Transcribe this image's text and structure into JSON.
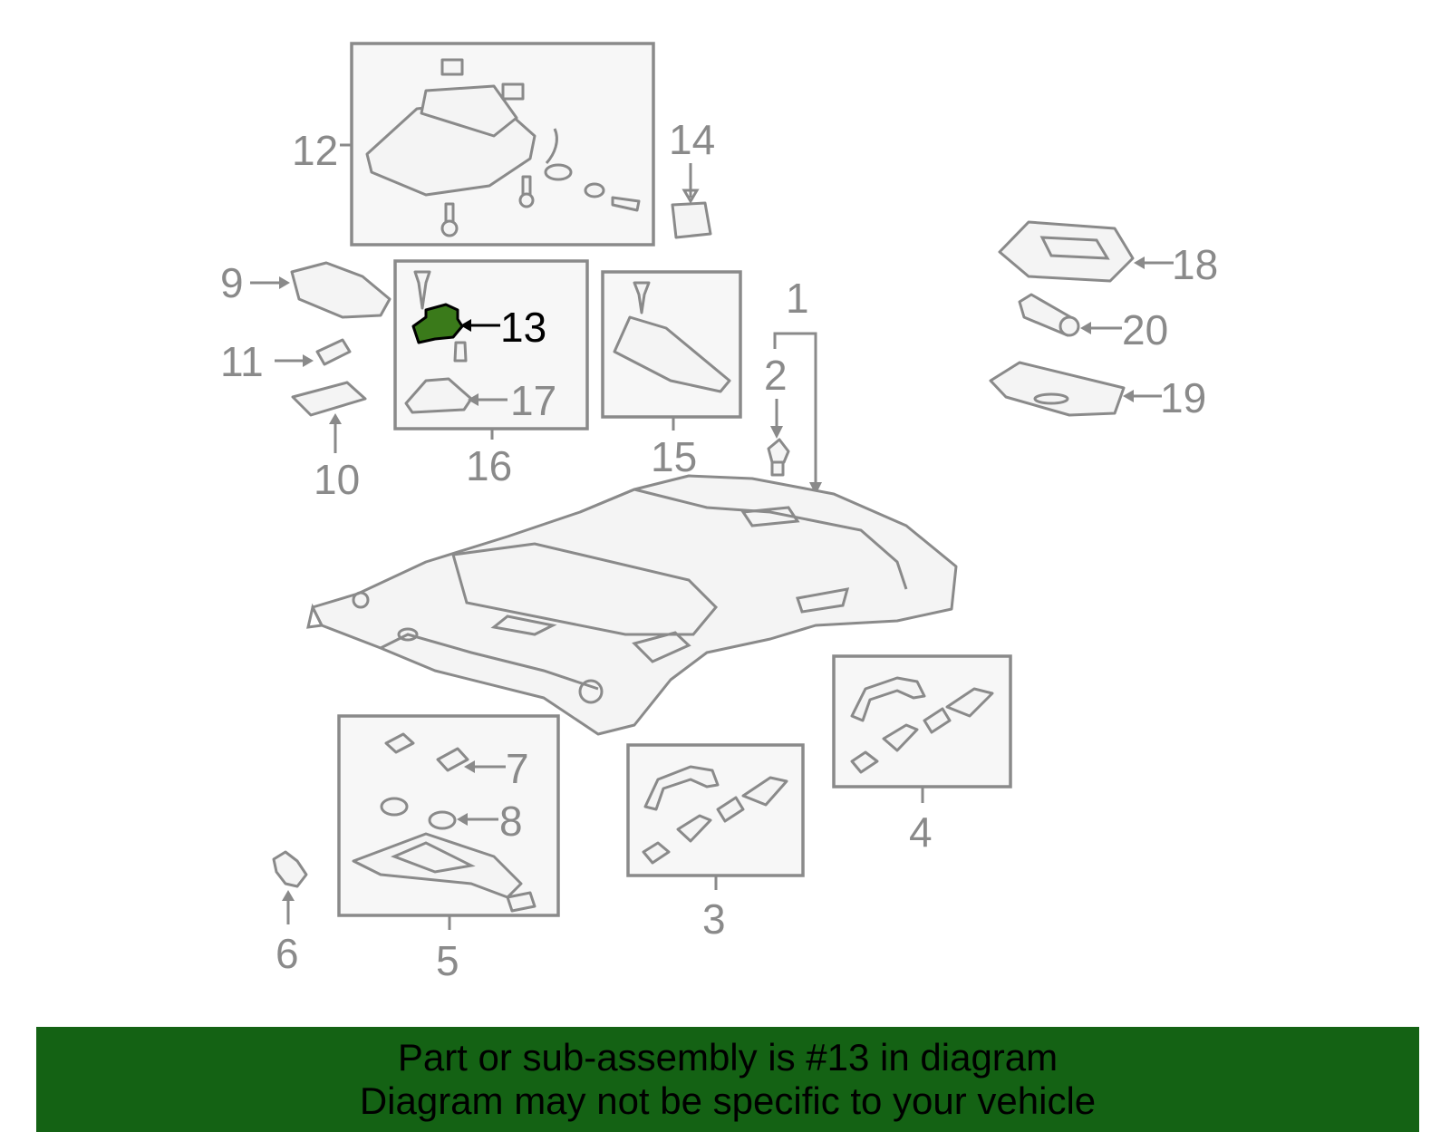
{
  "diagram": {
    "highlight_part": "13",
    "highlight_color": "#3a7a1a",
    "banner_color": "#146214",
    "callouts": {
      "c1": "1",
      "c2": "2",
      "c3": "3",
      "c4": "4",
      "c5": "5",
      "c6": "6",
      "c7": "7",
      "c8": "8",
      "c9": "9",
      "c10": "10",
      "c11": "11",
      "c12": "12",
      "c13": "13",
      "c14": "14",
      "c15": "15",
      "c16": "16",
      "c17": "17",
      "c18": "18",
      "c19": "19",
      "c20": "20"
    }
  },
  "banner": {
    "line1": "Part or sub-assembly is #13 in diagram",
    "line2": "Diagram may not be specific to your vehicle"
  }
}
